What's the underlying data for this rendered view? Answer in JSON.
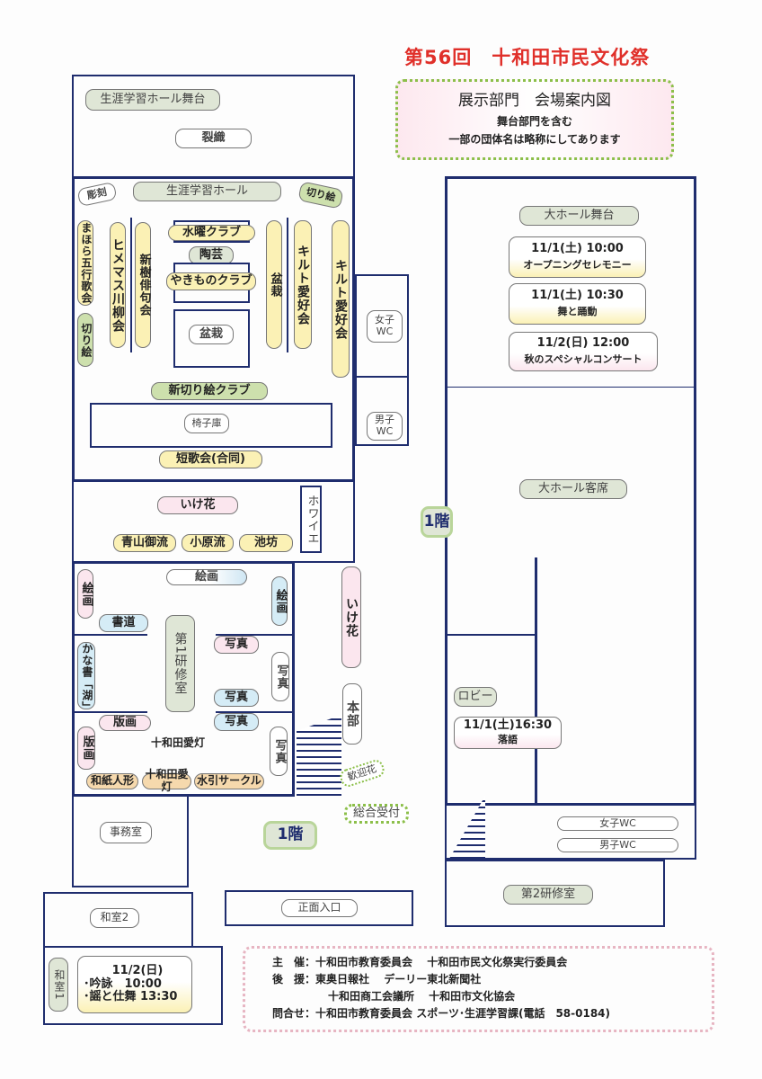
{
  "title": "第56回　十和田市民文化祭",
  "notice": {
    "heading": "展示部門　会場案内図",
    "line1": "舞台部門を含む",
    "line2": "一部の団体名は略称にしてあります"
  },
  "floor_label": "1階",
  "rooms": {
    "hall_stage": "生涯学習ホール舞台",
    "hall": "生涯学習ホール",
    "chair_storage": "椅子庫",
    "foyer": "ホワイエ",
    "training1": "第1研修室",
    "office": "事務室",
    "washitsu2": "和室2",
    "washitsu1": "和室1",
    "women_wc": "女子WC",
    "men_wc": "男子WC",
    "women_wc2": "女子WC",
    "men_wc2": "男子WC",
    "big_stage": "大ホール舞台",
    "big_seats": "大ホール客席",
    "lobby": "ロビー",
    "training2": "第2研修室",
    "entrance": "正面入口"
  },
  "exhibits": {
    "sakiori": "裂織",
    "chokoku": "彫刻",
    "kirie1": "切り絵",
    "mahora": "まほら五行歌会",
    "kirie2": "切り絵",
    "himemasu": "ヒメマス川柳会",
    "shinju": "新樹俳句会",
    "suiyo": "水曜クラブ",
    "touge": "陶芸",
    "yakimono": "やきものクラブ",
    "bonsai1": "盆栽",
    "bonsai2": "盆栽",
    "quilt1": "キルト愛好会",
    "quilt2": "キルト愛好会",
    "shinkirie": "新切り絵クラブ",
    "tanka": "短歌会(合同)",
    "ikebana1": "いけ花",
    "aoyama": "青山御流",
    "ohara": "小原流",
    "ikenobo": "池坊",
    "kaiga1": "絵画",
    "kaiga2": "絵画",
    "kaiga3": "絵画",
    "shodo": "書道",
    "kana": "かな書「湖」",
    "shashin1": "写真",
    "shashin2": "写真",
    "shashin3": "写真",
    "shashin4": "写真",
    "shashin5": "写真",
    "hanga1": "版画",
    "hanga2": "版画",
    "towada_aito1": "十和田愛灯",
    "washi": "和紙人形",
    "towada_aito2": "十和田愛灯",
    "mizuhiki": "水引サークル",
    "ikebana2": "いけ花",
    "honbu": "本部",
    "kangei": "歓迎花",
    "uketsuke": "総合受付"
  },
  "events": [
    {
      "time": "11/1(土) 10:00",
      "name": "オープニングセレモニー"
    },
    {
      "time": "11/1(土) 10:30",
      "name": "舞と踊動"
    },
    {
      "time": "11/2(日) 12:00",
      "name": "秋のスペシャルコンサート"
    },
    {
      "time": "11/1(土)16:30",
      "name": "落語"
    }
  ],
  "washitsu_event": {
    "date": "11/2(日)",
    "line1": "･吟詠　10:00",
    "line2": "･謡と仕舞 13:30"
  },
  "footer": {
    "host_label": "主　催：",
    "host": "十和田市教育委員会　 十和田市民文化祭実行委員会",
    "support_label": "後　援：",
    "support1": "東奥日報社　 デーリー東北新聞社",
    "support2": "十和田商工会議所　 十和田市文化協会",
    "contact_label": "問合せ：",
    "contact": "十和田市教育委員会 スポーツ･生涯学習課(電話　58-0184)"
  }
}
